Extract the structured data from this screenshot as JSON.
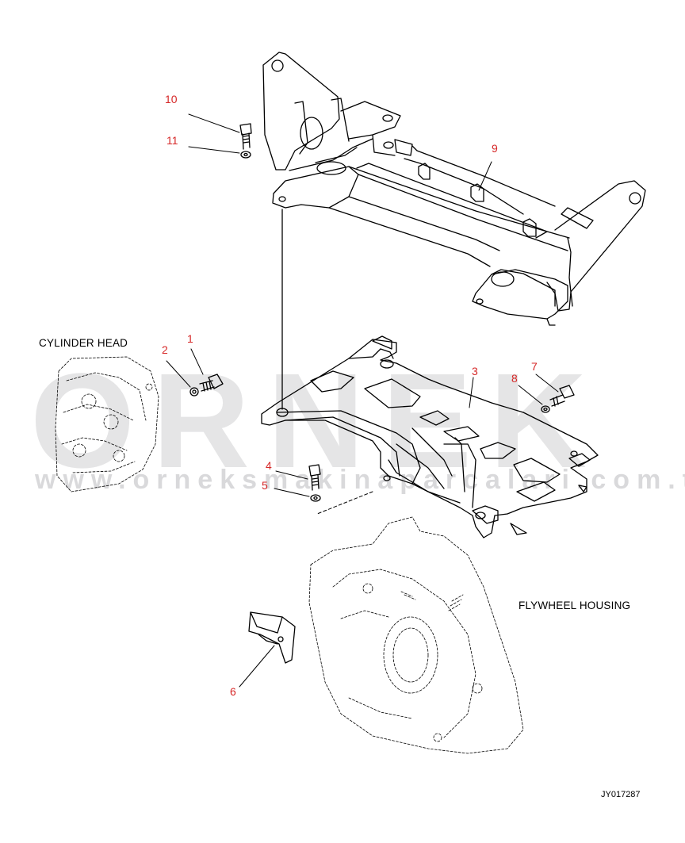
{
  "labels": {
    "cylinder_head": "CYLINDER HEAD",
    "flywheel_housing": "FLYWHEEL HOUSING",
    "drawing_code": "JY017287"
  },
  "callouts": [
    "1",
    "2",
    "3",
    "4",
    "5",
    "6",
    "7",
    "8",
    "9",
    "10",
    "11"
  ],
  "watermark": {
    "brand": "ORNEK",
    "url": "www.orneksmakinaparcalari.com.tr"
  },
  "colors": {
    "callout": "#d62828",
    "line": "#000000",
    "watermark": "#a0a0a5"
  }
}
